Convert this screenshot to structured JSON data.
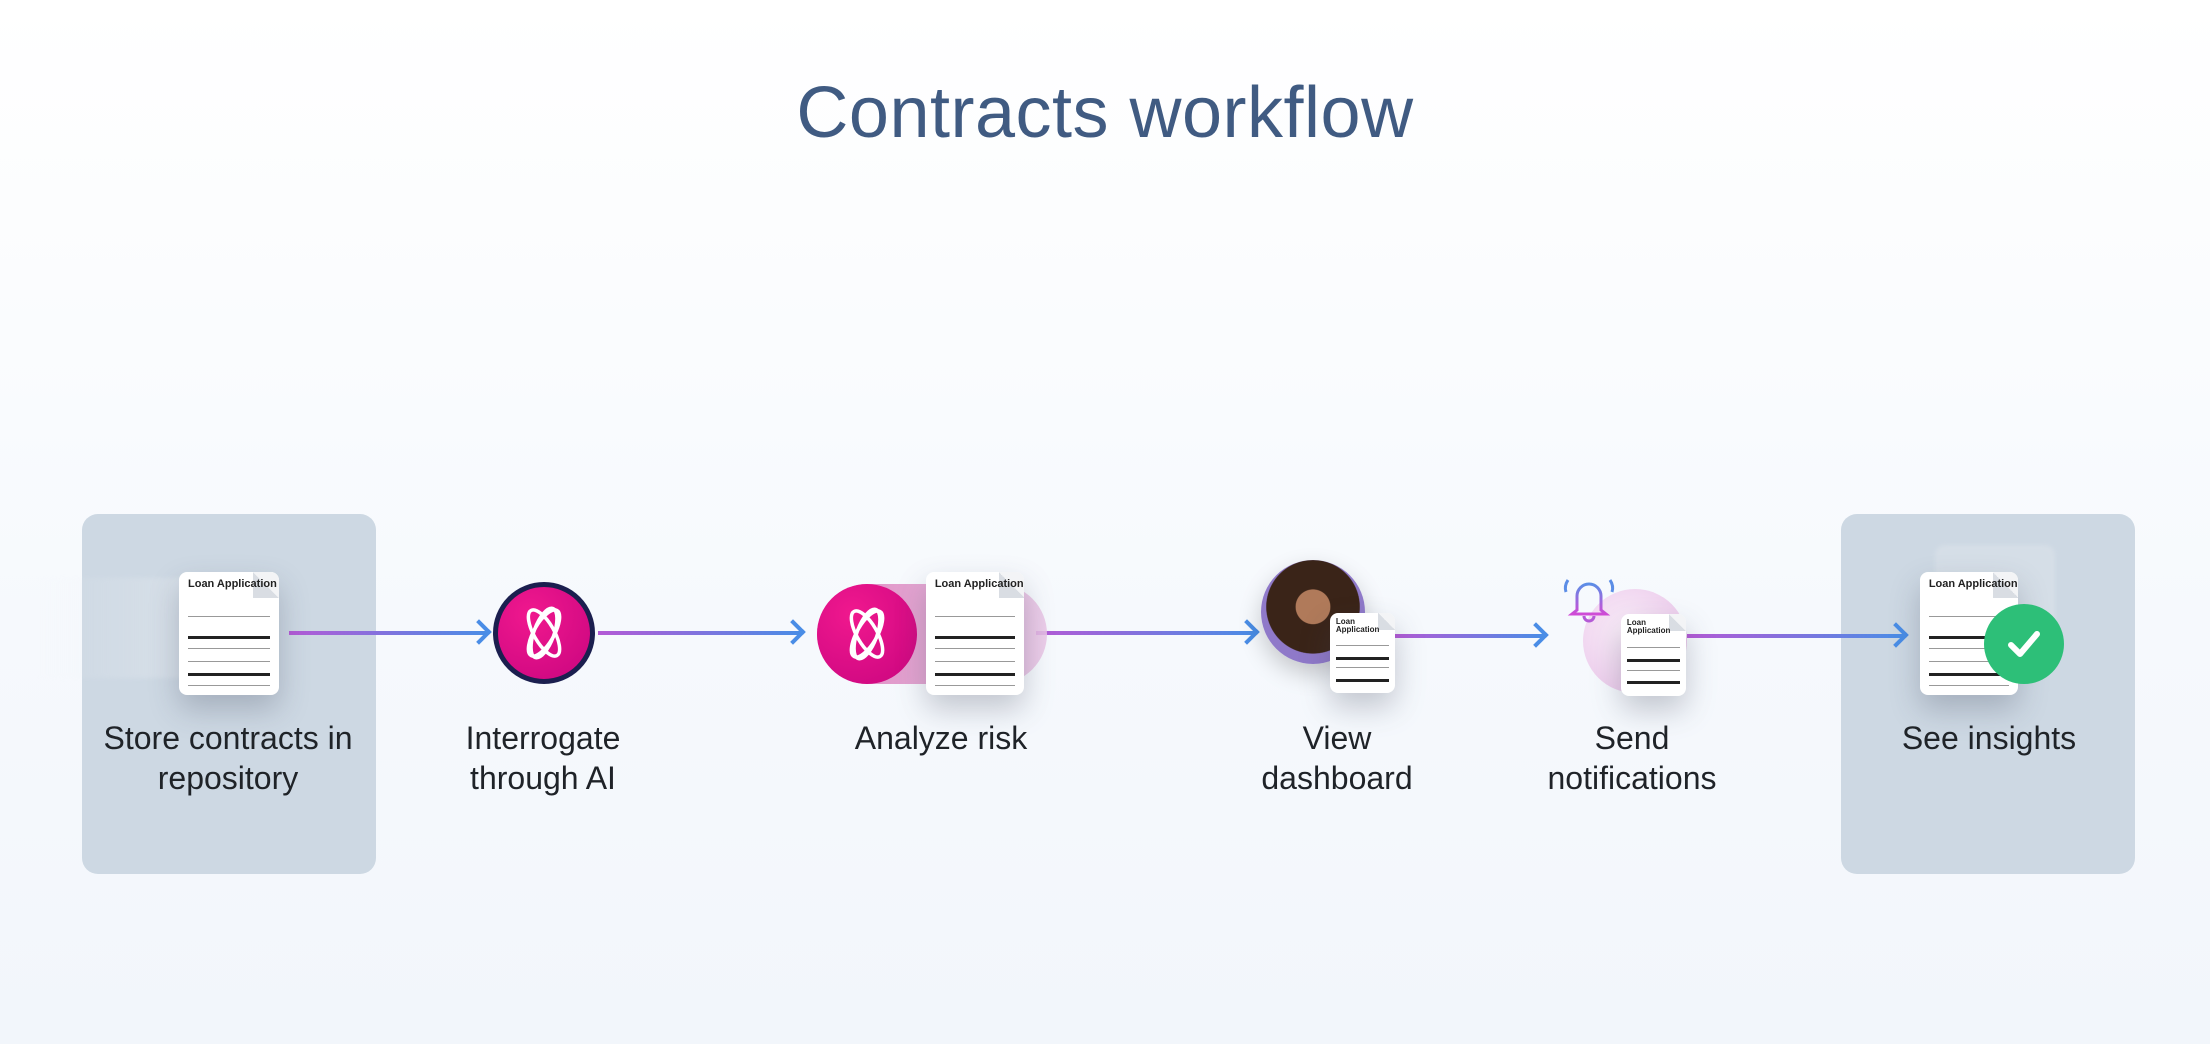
{
  "title": "Contracts workflow",
  "document_title": "Loan Application",
  "steps": [
    {
      "label": "Store contracts in repository",
      "icon": "document-stack-icon",
      "highlighted": true
    },
    {
      "label": "Interrogate through AI",
      "icon": "ai-atom-icon",
      "highlighted": false
    },
    {
      "label": "Analyze risk",
      "icon": "ai-atom-document-icon",
      "highlighted": false
    },
    {
      "label": "View dashboard",
      "icon": "user-avatar-document-icon",
      "highlighted": false
    },
    {
      "label": "Send notifications",
      "icon": "bell-document-icon",
      "highlighted": false
    },
    {
      "label": "See insights",
      "icon": "document-checkmark-icon",
      "highlighted": true
    }
  ],
  "colors": {
    "title": "#405b82",
    "highlight_box": "#cdd8e3",
    "ai_pink": "#e8108b",
    "check_green": "#2dbf78",
    "arrow_start": "#b45ad6",
    "arrow_end": "#4a8de6"
  }
}
